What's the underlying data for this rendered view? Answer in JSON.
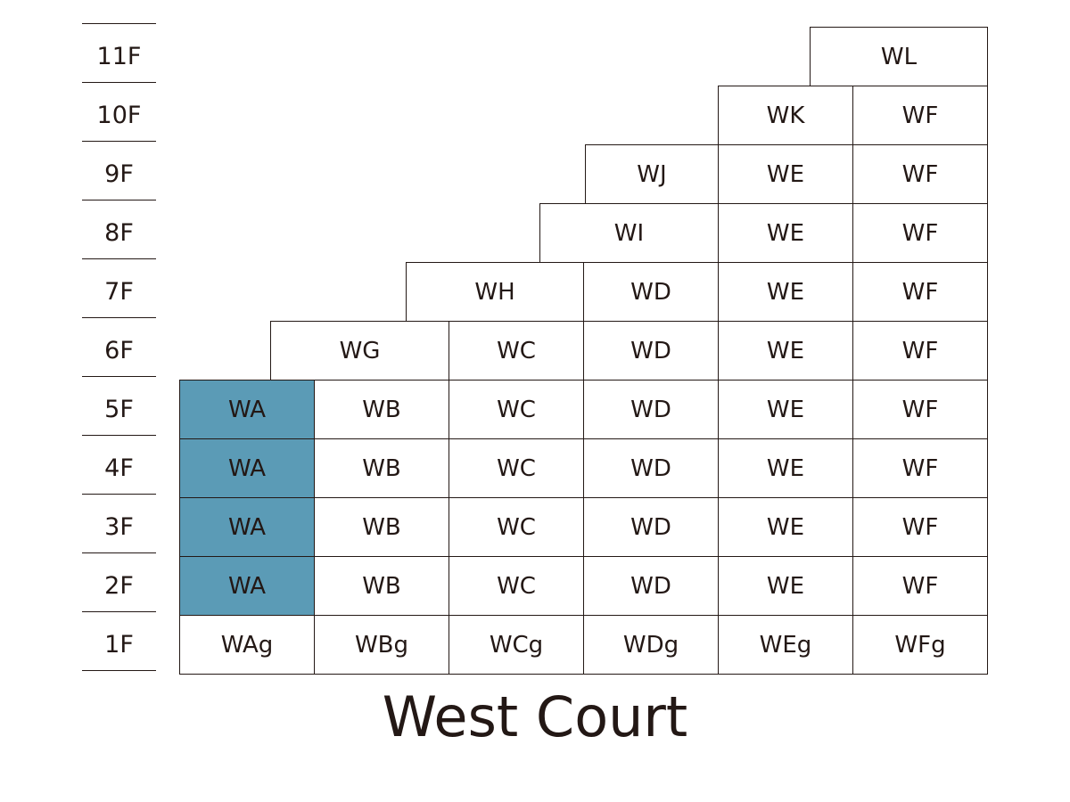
{
  "floors": [
    "11F",
    "10F",
    "9F",
    "8F",
    "7F",
    "6F",
    "5F",
    "4F",
    "3F",
    "2F",
    "1F"
  ],
  "colors": {
    "highlight": "#5b9bb6",
    "line": "#231815",
    "background": "#ffffff"
  },
  "title": "West Court",
  "cells": [
    {
      "floor": "11F",
      "label": "WL"
    },
    {
      "floor": "10F",
      "label": "WK"
    },
    {
      "floor": "10F",
      "label": "WF"
    },
    {
      "floor": "9F",
      "label": "WJ"
    },
    {
      "floor": "9F",
      "label": "WE"
    },
    {
      "floor": "9F",
      "label": "WF"
    },
    {
      "floor": "8F",
      "label": "WI"
    },
    {
      "floor": "8F",
      "label": "WE"
    },
    {
      "floor": "8F",
      "label": "WF"
    },
    {
      "floor": "7F",
      "label": "WH"
    },
    {
      "floor": "7F",
      "label": "WD"
    },
    {
      "floor": "7F",
      "label": "WE"
    },
    {
      "floor": "7F",
      "label": "WF"
    },
    {
      "floor": "6F",
      "label": "WG"
    },
    {
      "floor": "6F",
      "label": "WC"
    },
    {
      "floor": "6F",
      "label": "WD"
    },
    {
      "floor": "6F",
      "label": "WE"
    },
    {
      "floor": "6F",
      "label": "WF"
    },
    {
      "floor": "5F",
      "label": "WA",
      "highlighted": true
    },
    {
      "floor": "5F",
      "label": "WB"
    },
    {
      "floor": "5F",
      "label": "WC"
    },
    {
      "floor": "5F",
      "label": "WD"
    },
    {
      "floor": "5F",
      "label": "WE"
    },
    {
      "floor": "5F",
      "label": "WF"
    },
    {
      "floor": "4F",
      "label": "WA",
      "highlighted": true
    },
    {
      "floor": "4F",
      "label": "WB"
    },
    {
      "floor": "4F",
      "label": "WC"
    },
    {
      "floor": "4F",
      "label": "WD"
    },
    {
      "floor": "4F",
      "label": "WE"
    },
    {
      "floor": "4F",
      "label": "WF"
    },
    {
      "floor": "3F",
      "label": "WA",
      "highlighted": true
    },
    {
      "floor": "3F",
      "label": "WB"
    },
    {
      "floor": "3F",
      "label": "WC"
    },
    {
      "floor": "3F",
      "label": "WD"
    },
    {
      "floor": "3F",
      "label": "WE"
    },
    {
      "floor": "3F",
      "label": "WF"
    },
    {
      "floor": "2F",
      "label": "WA",
      "highlighted": true
    },
    {
      "floor": "2F",
      "label": "WB"
    },
    {
      "floor": "2F",
      "label": "WC"
    },
    {
      "floor": "2F",
      "label": "WD"
    },
    {
      "floor": "2F",
      "label": "WE"
    },
    {
      "floor": "2F",
      "label": "WF"
    },
    {
      "floor": "1F",
      "label": "WAg"
    },
    {
      "floor": "1F",
      "label": "WBg"
    },
    {
      "floor": "1F",
      "label": "WCg"
    },
    {
      "floor": "1F",
      "label": "WDg"
    },
    {
      "floor": "1F",
      "label": "WEg"
    },
    {
      "floor": "1F",
      "label": "WFg"
    }
  ]
}
